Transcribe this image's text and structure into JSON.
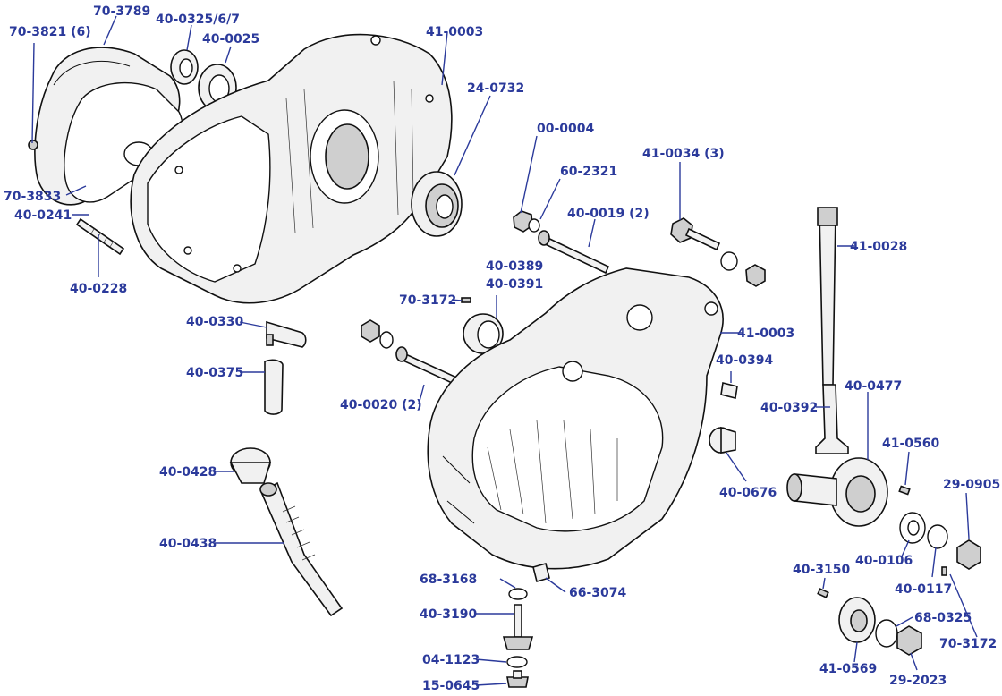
{
  "diagram": {
    "colors": {
      "label": "#2b3a9b",
      "ink": "#111111"
    },
    "labels": {
      "p70_3789": "70-3789",
      "p70_3821": "70-3821 (6)",
      "p40_0325": "40-0325/6/7",
      "p40_0025": "40-0025",
      "p41_0003_top": "41-0003",
      "p24_0732": "24-0732",
      "p70_3833": "70-3833",
      "p40_0241": "40-0241",
      "p40_0228": "40-0228",
      "p00_0004": "00-0004",
      "p60_2321": "60-2321",
      "p41_0034": "41-0034 (3)",
      "p40_0019": "40-0019 (2)",
      "p41_0028": "41-0028",
      "p40_0389": "40-0389",
      "p40_0391": "40-0391",
      "p70_3172_top": "70-3172",
      "p41_0003_mid": "41-0003",
      "p40_0330": "40-0330",
      "p40_0394": "40-0394",
      "p40_0375": "40-0375",
      "p40_0477": "40-0477",
      "p40_0020": "40-0020 (2)",
      "p40_0392": "40-0392",
      "p41_0560": "41-0560",
      "p40_0428": "40-0428",
      "p29_0905": "29-0905",
      "p40_0676": "40-0676",
      "p40_0438": "40-0438",
      "p40_0106": "40-0106",
      "p40_3150": "40-3150",
      "p68_3168": "68-3168",
      "p66_3074": "66-3074",
      "p40_0117": "40-0117",
      "p40_3190": "40-3190",
      "p68_0325": "68-0325",
      "p70_3172_bot": "70-3172",
      "p04_1123": "04-1123",
      "p41_0569": "41-0569",
      "p29_2023": "29-2023",
      "p15_0645": "15-0645"
    }
  }
}
